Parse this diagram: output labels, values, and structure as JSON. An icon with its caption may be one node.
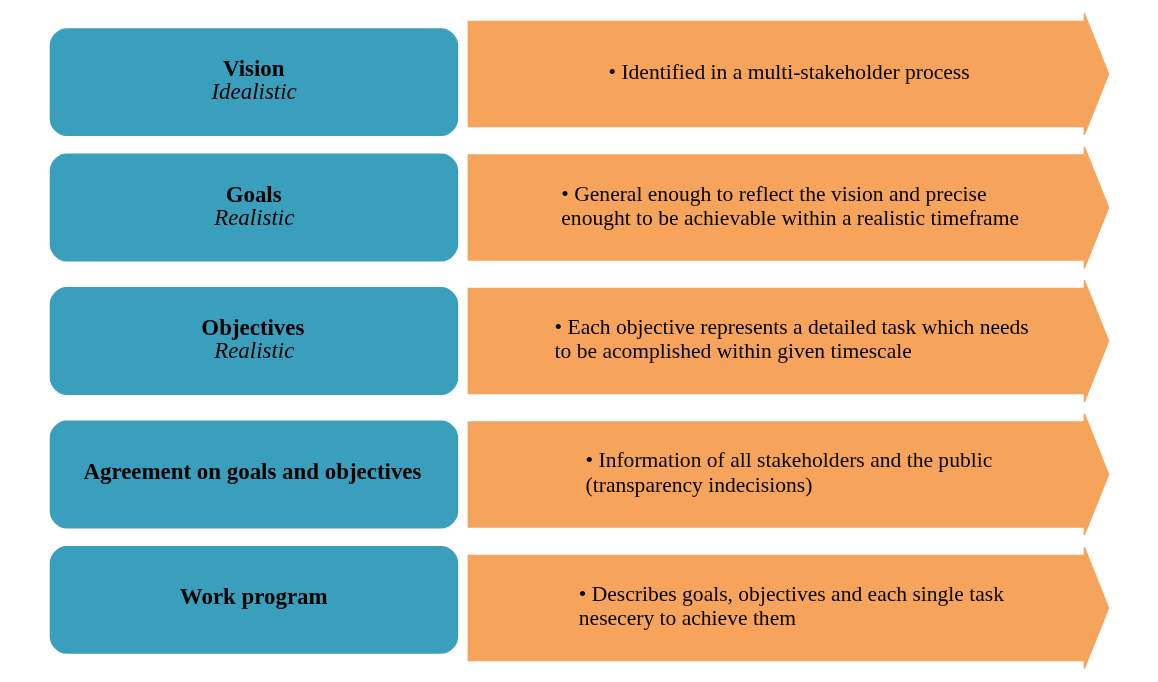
{
  "diagram": {
    "nodes": [
      {
        "text": [
          "Vision",
          "Idealistic"
        ]
      },
      {
        "text": [
          "• Identified in a multi-stakeholder process"
        ]
      },
      {
        "text": [
          "Goals",
          "Realistic"
        ]
      },
      {
        "text": [
          "• General enough to reflect the vision and precise enought to be achievable within a realistic timeframe"
        ]
      },
      {
        "text": [
          "Objectives",
          "Realistic"
        ]
      },
      {
        "text": [
          "• Each objective represents a detailed task which needs to be acomplished within given timescale"
        ]
      },
      {
        "text": [
          "Agreement on goals and objectives"
        ]
      },
      {
        "text": [
          "• Information of all stakeholders and the public (transparency indecisions)"
        ]
      },
      {
        "text": [
          "Work program"
        ]
      },
      {
        "text": [
          "• Describes goals, objectives and each single task nesecery to achieve them"
        ]
      }
    ],
    "edges": []
  }
}
